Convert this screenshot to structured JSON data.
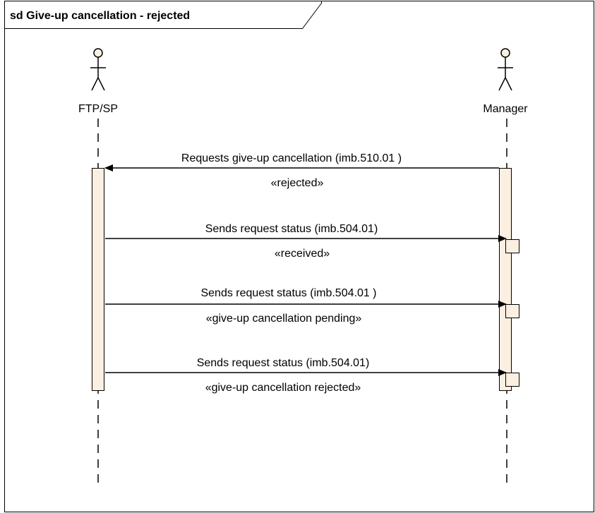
{
  "frame": {
    "title": "sd Give-up cancellation - rejected"
  },
  "lifelines": [
    {
      "id": "ftp_sp",
      "label": "FTP/SP"
    },
    {
      "id": "manager",
      "label": "Manager"
    }
  ],
  "messages": [
    {
      "from": "manager",
      "to": "ftp_sp",
      "label": "Requests give-up cancellation (imb.510.01 )",
      "stereotype": "«rejected»"
    },
    {
      "from": "ftp_sp",
      "to": "manager",
      "label": "Sends request status (imb.504.01)",
      "stereotype": "«received»"
    },
    {
      "from": "ftp_sp",
      "to": "manager",
      "label": "Sends request status (imb.504.01 )",
      "stereotype": "«give-up cancellation pending»"
    },
    {
      "from": "ftp_sp",
      "to": "manager",
      "label": "Sends request status (imb.504.01)",
      "stereotype": "«give-up cancellation rejected»"
    }
  ],
  "colors": {
    "activation_fill": "#fbefe2",
    "actor_head_fill": "#fbefe2",
    "line": "#000000",
    "background": "#ffffff"
  }
}
